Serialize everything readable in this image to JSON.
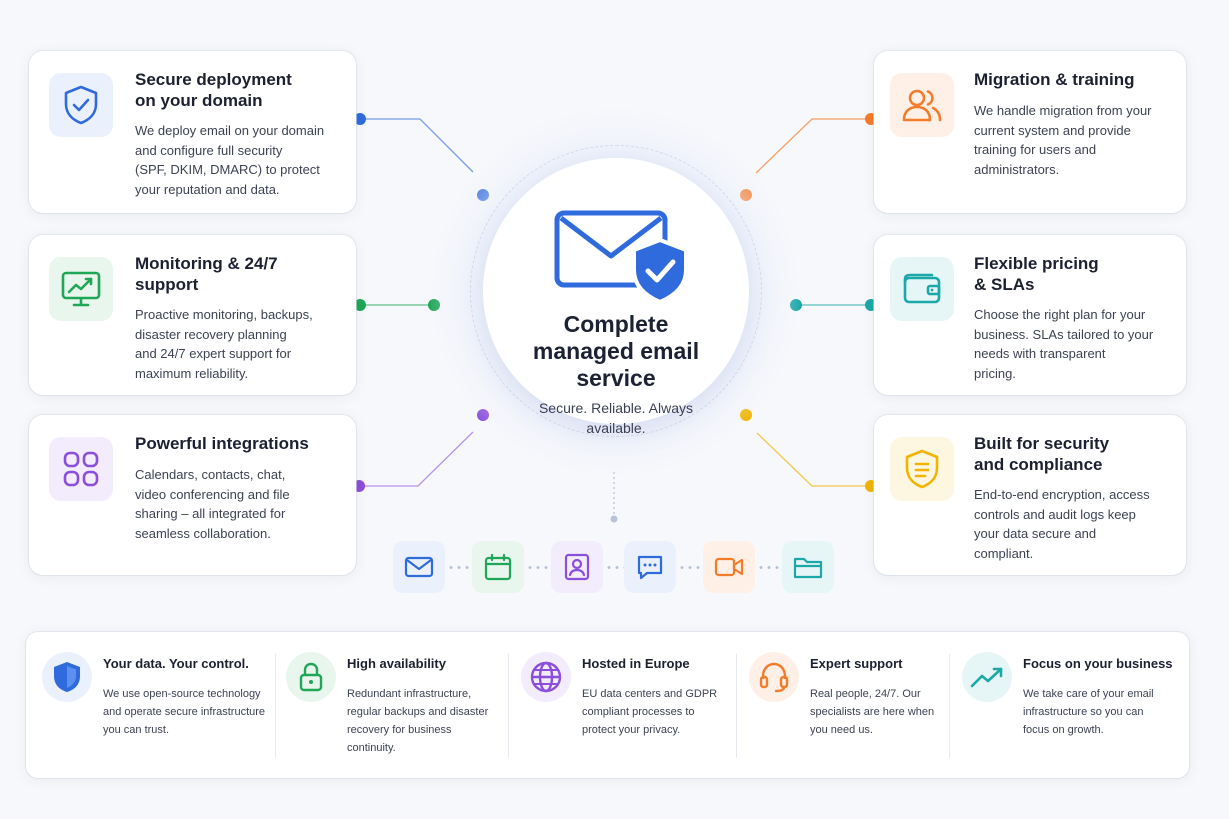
{
  "hub": {
    "title_line1": "Complete",
    "title_line2": "managed email",
    "title_line3": "service",
    "subtitle_line1": "Secure. Reliable. Always",
    "subtitle_line2": "available."
  },
  "features": {
    "secure": {
      "title_line1": "Secure deployment",
      "title_line2": "on your domain",
      "desc": [
        "We deploy email on your domain",
        "and configure full security",
        "(SPF, DKIM, DMARC) to protect",
        "your reputation and data."
      ],
      "icon": "shield-check-icon",
      "color": "#2f6bdc"
    },
    "monitoring": {
      "title_line1": "Monitoring & 24/7",
      "title_line2": "support",
      "desc": [
        "Proactive monitoring, backups,",
        "disaster recovery planning",
        "and 24/7 expert support for",
        "maximum reliability."
      ],
      "icon": "monitor-chart-icon",
      "color": "#1fa757"
    },
    "integrations": {
      "title_line1": "Powerful integrations",
      "desc": [
        "Calendars, contacts, chat,",
        "video conferencing and file",
        "sharing – all integrated for",
        "seamless collaboration."
      ],
      "icon": "apps-grid-icon",
      "color": "#8c4fdc"
    },
    "migration": {
      "title_line1": "Migration & training",
      "desc": [
        "We handle migration from your",
        "current system and provide",
        "training for users and",
        "administrators."
      ],
      "icon": "users-icon",
      "color": "#f47b2a"
    },
    "pricing": {
      "title_line1": "Flexible pricing",
      "title_line2": "& SLAs",
      "desc": [
        "Choose the right plan for your",
        "business. SLAs tailored to your",
        "needs with transparent",
        "pricing."
      ],
      "icon": "wallet-icon",
      "color": "#1ba8a8"
    },
    "security": {
      "title_line1": "Built for security",
      "title_line2": "and compliance",
      "desc": [
        "End-to-end encryption, access",
        "controls and audit logs keep",
        "your data secure and",
        "compliant."
      ],
      "icon": "shield-list-icon",
      "color": "#f2b400"
    }
  },
  "apps": [
    {
      "icon": "mail-icon",
      "color": "#2f6bdc"
    },
    {
      "icon": "calendar-icon",
      "color": "#1fa757"
    },
    {
      "icon": "contacts-icon",
      "color": "#8c4fdc"
    },
    {
      "icon": "chat-icon",
      "color": "#2f6bdc"
    },
    {
      "icon": "video-icon",
      "color": "#f47b2a"
    },
    {
      "icon": "folder-icon",
      "color": "#1ba8a8"
    }
  ],
  "benefits": [
    {
      "title": "Your data. Your control.",
      "desc": [
        "We use open-source technology",
        "and operate secure infrastructure",
        "you can trust."
      ],
      "icon": "shield-icon",
      "color": "#2f6bdc"
    },
    {
      "title": "High availability",
      "desc": [
        "Redundant infrastructure,",
        "regular backups and disaster",
        "recovery for business",
        "continuity."
      ],
      "icon": "lock-icon",
      "color": "#1fa757"
    },
    {
      "title": "Hosted in Europe",
      "desc": [
        "EU data centers and GDPR",
        "compliant processes to",
        "protect your privacy."
      ],
      "icon": "globe-icon",
      "color": "#8c4fdc"
    },
    {
      "title": "Expert support",
      "desc": [
        "Real people, 24/7. Our",
        "specialists are here when",
        "you need us."
      ],
      "icon": "headset-icon",
      "color": "#f47b2a"
    },
    {
      "title": "Focus on your business",
      "desc": [
        "We take care of your email",
        "infrastructure so you can",
        "focus on growth."
      ],
      "icon": "trend-up-icon",
      "color": "#1ba8a8"
    }
  ]
}
